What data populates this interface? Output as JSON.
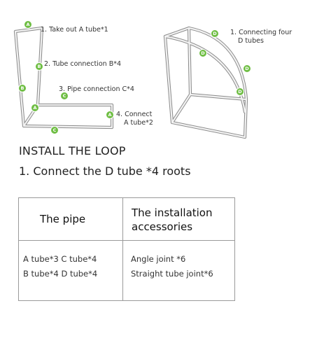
{
  "callouts": {
    "c1": "1. Take out A tube*1",
    "c2": "2. Tube connection B*4",
    "c3": "3. Pipe connection C*4",
    "c4a": "4. Connect",
    "c4b": "A tube*2",
    "c5a": "1. Connecting four",
    "c5b": "D tubes"
  },
  "markers": {
    "a": "A",
    "b": "B",
    "c": "C",
    "d": "D"
  },
  "heading": "INSTALL THE LOOP",
  "subheading": "1. Connect the D tube *4 roots",
  "table": {
    "col1_header": "The pipe",
    "col2_header_line1": "The installation",
    "col2_header_line2": "accessories",
    "pipes_row1": "A tube*3  C tube*4",
    "pipes_row2": "B tube*4  D tube*4",
    "acc_row1": "Angle joint *6",
    "acc_row2": "Straight tube joint*6"
  },
  "colors": {
    "marker": "#6fbe44",
    "frame": "#c8c8c8",
    "frame_edge": "#8a8a8a"
  }
}
